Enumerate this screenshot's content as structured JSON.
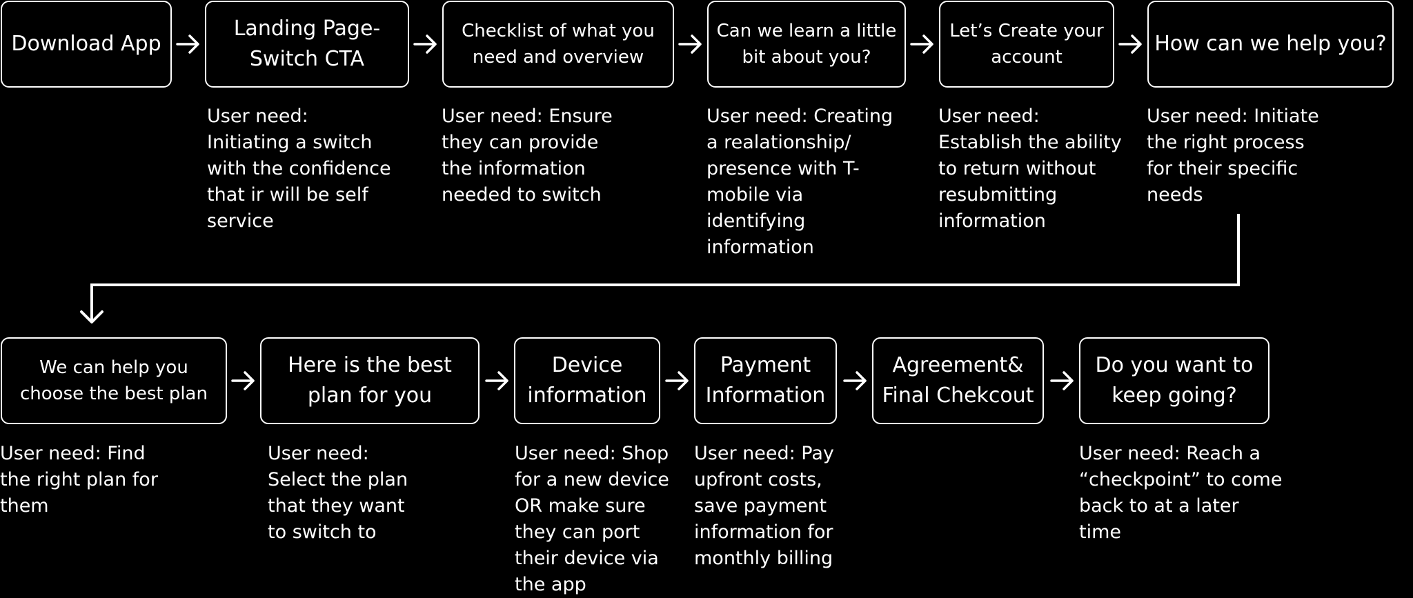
{
  "row1": [
    {
      "title": "Download App",
      "need": ""
    },
    {
      "title": "Landing Page-\nSwitch CTA",
      "need": "User need:\nInitiating a switch\nwith the confidence\nthat ir will be self\nservice"
    },
    {
      "title": "Checklist of what you\nneed and overview",
      "need": "User need: Ensure\nthey can provide\nthe information\nneeded to switch"
    },
    {
      "title": "Can we learn a little\nbit about you?",
      "need": "User need: Creating\na realationship/\npresence with T-\nmobile via\nidentifying\ninformation"
    },
    {
      "title": "Let’s Create your\naccount",
      "need": "User need:\nEstablish the ability\nto return without\nresubmitting\ninformation"
    },
    {
      "title": "How can we help you?",
      "need": "User need: Initiate\nthe right process\nfor their specific\nneeds"
    }
  ],
  "row2": [
    {
      "title": "We can help you\nchoose the best plan",
      "need": "User need: Find\nthe right plan for\nthem"
    },
    {
      "title": "Here is the best\nplan for you",
      "need": "User need:\nSelect the plan\nthat they want\nto switch to"
    },
    {
      "title": "Device\ninformation",
      "need": "User need: Shop\nfor a new device\nOR make sure\nthey can port\ntheir device via\nthe app"
    },
    {
      "title": "Payment\nInformation",
      "need": "User need: Pay\nupfront costs,\nsave payment\ninformation for\nmonthly billing"
    },
    {
      "title": "Agreement&\nFinal Chekcout",
      "need": ""
    },
    {
      "title": "Do you want to\nkeep going?",
      "need": "User need: Reach a\n“checkpoint” to come\nback to at a later\ntime"
    }
  ],
  "colors": {
    "background": "#000000",
    "foreground": "#ffffff"
  }
}
